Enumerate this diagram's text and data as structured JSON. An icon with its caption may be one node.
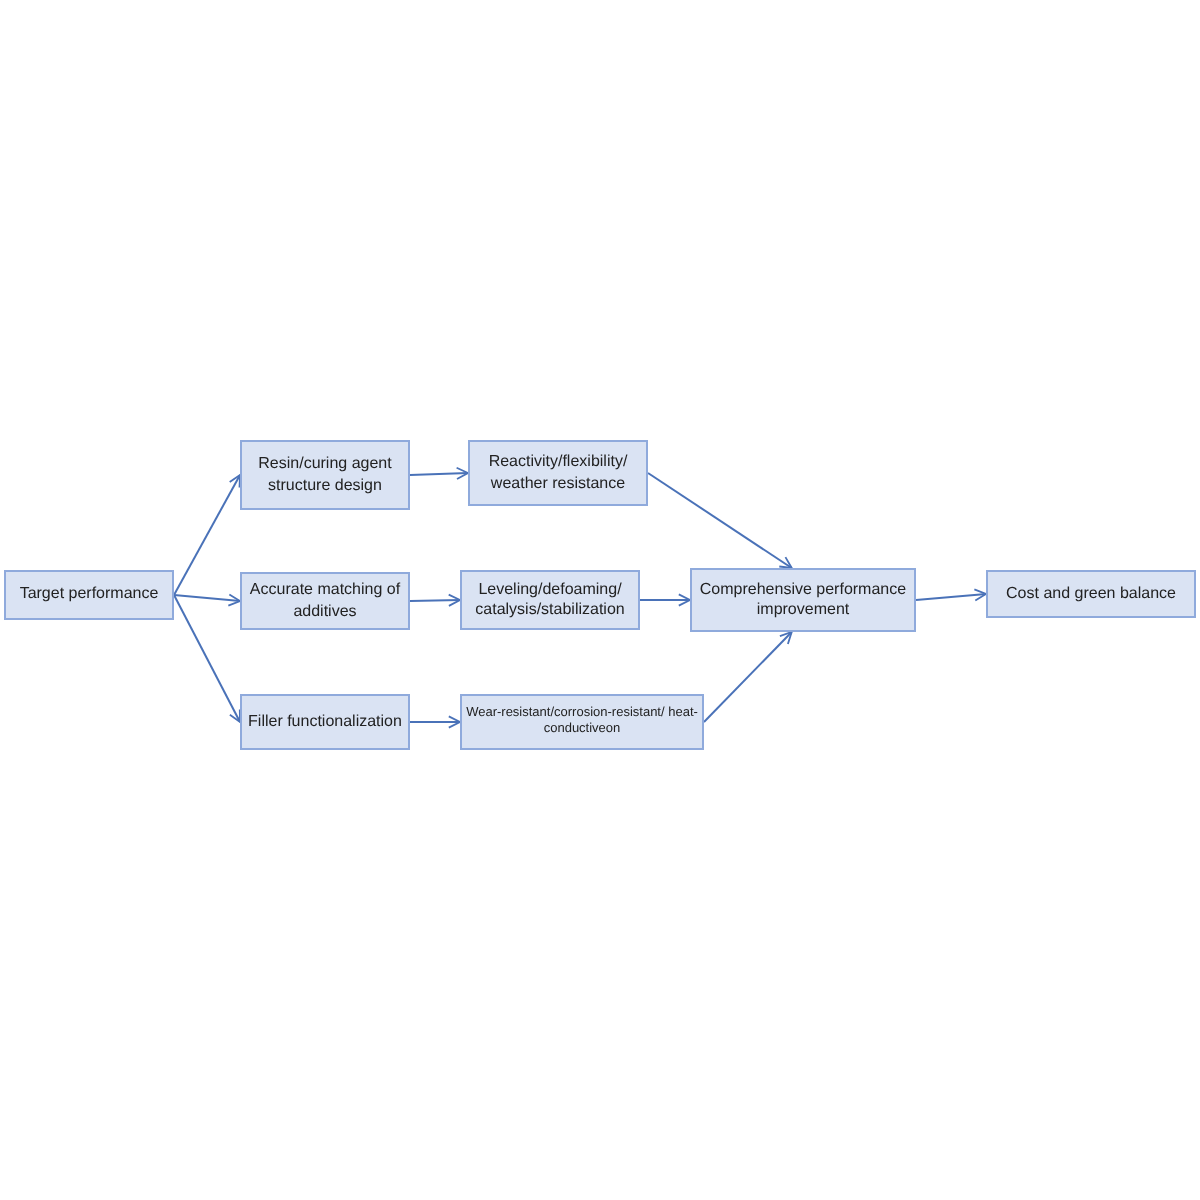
{
  "diagram": {
    "nodes": [
      {
        "text": [
          "Target performance"
        ]
      },
      {
        "text": [
          "Resin/curing agent structure design"
        ]
      },
      {
        "text": [
          "Accurate matching of additives"
        ]
      },
      {
        "text": [
          "Filler functionalization"
        ]
      },
      {
        "text": [
          "Reactivity/flexibility/ weather resistance"
        ]
      },
      {
        "text": [
          "Leveling/defoaming/ catalysis/stabilization"
        ]
      },
      {
        "text": [
          "Wear-resistant/corrosion-resistant/ heat-conductiveon"
        ]
      },
      {
        "text": [
          "Comprehensive performance improvement"
        ]
      },
      {
        "text": [
          "Cost and green balance"
        ]
      }
    ],
    "edges": [
      {
        "from": 0,
        "to": 1,
        "arrow": "to"
      },
      {
        "from": 0,
        "to": 2,
        "arrow": "to"
      },
      {
        "from": 0,
        "to": 3,
        "arrow": "to"
      },
      {
        "from": 1,
        "to": 4,
        "arrow": "to"
      },
      {
        "from": 2,
        "to": 5,
        "arrow": "to"
      },
      {
        "from": 3,
        "to": 6,
        "arrow": "to"
      },
      {
        "from": 4,
        "to": 7,
        "arrow": "to"
      },
      {
        "from": 5,
        "to": 7,
        "arrow": "to"
      },
      {
        "from": 6,
        "to": 7,
        "arrow": "to"
      },
      {
        "from": 7,
        "to": 8,
        "arrow": "to"
      }
    ]
  }
}
